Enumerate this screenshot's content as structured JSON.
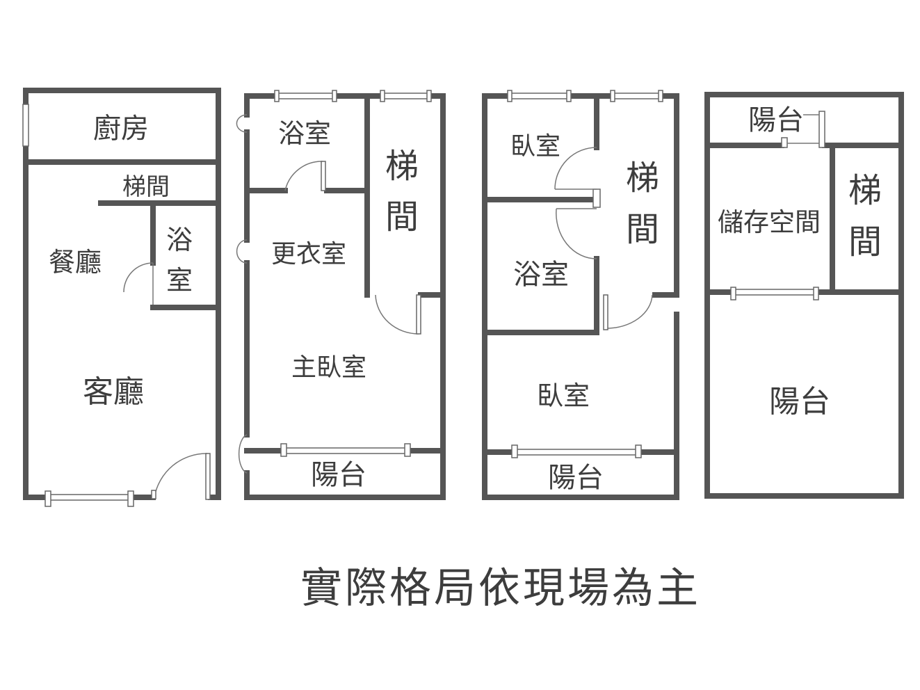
{
  "floor1": {
    "kitchen": "廚房",
    "stair": "梯間",
    "dining": "餐廳",
    "bath_1": "浴",
    "bath_2": "室",
    "living": "客廳"
  },
  "floor2": {
    "bath": "浴室",
    "stair_1": "梯",
    "stair_2": "間",
    "dressing": "更衣室",
    "master_bedroom": "主臥室",
    "balcony": "陽台"
  },
  "floor3": {
    "bedroom_top": "臥室",
    "stair_1": "梯",
    "stair_2": "間",
    "bath": "浴室",
    "bedroom_bottom": "臥室",
    "balcony": "陽台"
  },
  "floor4": {
    "balcony_top": "陽台",
    "storage": "儲存空間",
    "stair_1": "梯",
    "stair_2": "間",
    "balcony_bottom": "陽台"
  },
  "caption": "實際格局依現場為主"
}
